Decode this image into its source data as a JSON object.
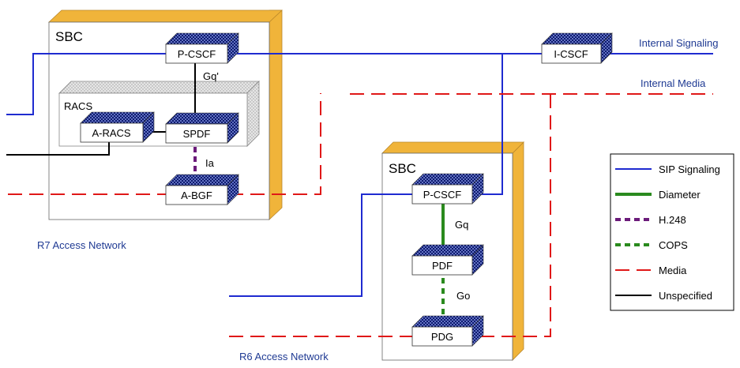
{
  "colors": {
    "sip": "#1f2bd0",
    "diameter": "#2a8a1e",
    "h248": "#6b1b7a",
    "cops": "#2a8a1e",
    "media": "#e01818",
    "unspecified": "#000000",
    "sbc_side": "#f0b43a",
    "label_blue": "#1f3a93"
  },
  "sbc_r7": {
    "title": "SBC",
    "racs_title": "RACS",
    "pcscf": "P-CSCF",
    "aracs": "A-RACS",
    "spdf": "SPDF",
    "abgf": "A-BGF",
    "iface_gq_prime": "Gq'",
    "iface_ia": "Ia"
  },
  "sbc_r6": {
    "title": "SBC",
    "pcscf": "P-CSCF",
    "pdf": "PDF",
    "pdg": "PDG",
    "iface_gq": "Gq",
    "iface_go": "Go"
  },
  "icscf": "I-CSCF",
  "labels": {
    "internal_signaling": "Internal Signaling",
    "internal_media": "Internal Media",
    "r7_access": "R7 Access Network",
    "r6_access": "R6 Access Network"
  },
  "legend": [
    {
      "label": "SIP Signaling",
      "style": "sip"
    },
    {
      "label": "Diameter",
      "style": "diameter"
    },
    {
      "label": "H.248",
      "style": "h248"
    },
    {
      "label": "COPS",
      "style": "cops"
    },
    {
      "label": "Media",
      "style": "media"
    },
    {
      "label": "Unspecified",
      "style": "unspecified"
    }
  ]
}
